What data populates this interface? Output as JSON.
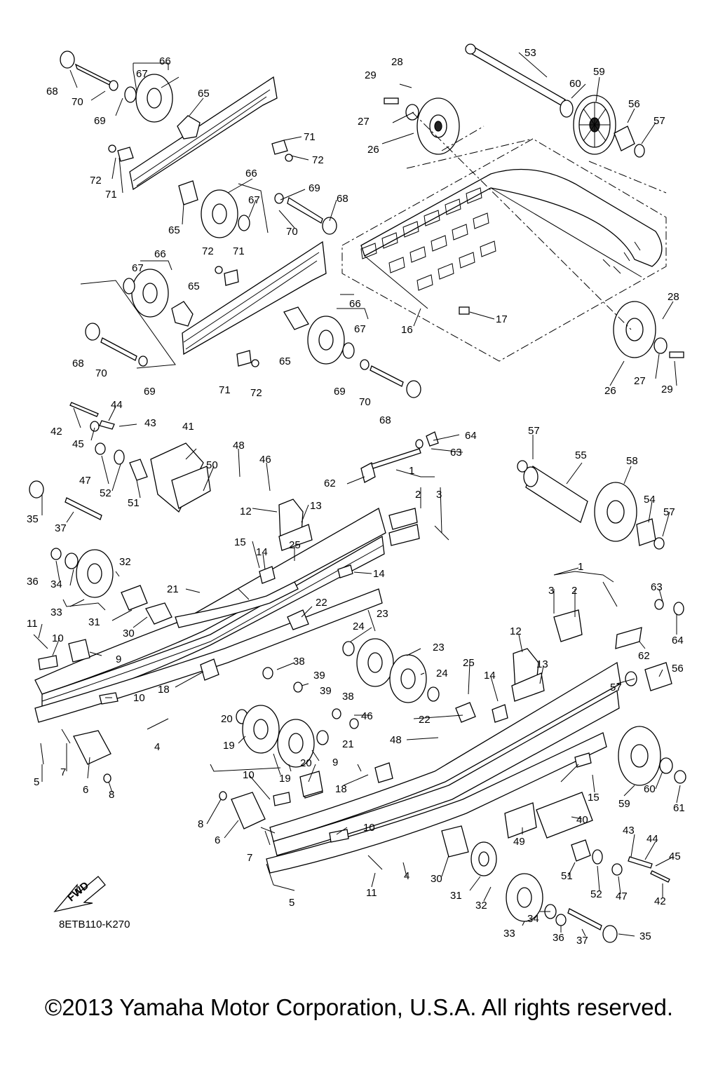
{
  "diagram": {
    "code": "8ETB110-K270",
    "fwd_label": "FWD",
    "callouts": [
      {
        "label": "68"
      },
      {
        "label": "70"
      },
      {
        "label": "69"
      },
      {
        "label": "67"
      },
      {
        "label": "66"
      },
      {
        "label": "65"
      },
      {
        "label": "71"
      },
      {
        "label": "72"
      },
      {
        "label": "72"
      },
      {
        "label": "71"
      },
      {
        "label": "66"
      },
      {
        "label": "67"
      },
      {
        "label": "65"
      },
      {
        "label": "69"
      },
      {
        "label": "68"
      },
      {
        "label": "70"
      },
      {
        "label": "66"
      },
      {
        "label": "67"
      },
      {
        "label": "65"
      },
      {
        "label": "72"
      },
      {
        "label": "71"
      },
      {
        "label": "68"
      },
      {
        "label": "70"
      },
      {
        "label": "69"
      },
      {
        "label": "71"
      },
      {
        "label": "72"
      },
      {
        "label": "65"
      },
      {
        "label": "66"
      },
      {
        "label": "67"
      },
      {
        "label": "69"
      },
      {
        "label": "70"
      },
      {
        "label": "68"
      },
      {
        "label": "28"
      },
      {
        "label": "29"
      },
      {
        "label": "27"
      },
      {
        "label": "26"
      },
      {
        "label": "53"
      },
      {
        "label": "59"
      },
      {
        "label": "60"
      },
      {
        "label": "56"
      },
      {
        "label": "57"
      },
      {
        "label": "16"
      },
      {
        "label": "17"
      },
      {
        "label": "28"
      },
      {
        "label": "26"
      },
      {
        "label": "27"
      },
      {
        "label": "29"
      },
      {
        "label": "44"
      },
      {
        "label": "43"
      },
      {
        "label": "42"
      },
      {
        "label": "45"
      },
      {
        "label": "41"
      },
      {
        "label": "47"
      },
      {
        "label": "52"
      },
      {
        "label": "51"
      },
      {
        "label": "50"
      },
      {
        "label": "48"
      },
      {
        "label": "46"
      },
      {
        "label": "64"
      },
      {
        "label": "63"
      },
      {
        "label": "62"
      },
      {
        "label": "57"
      },
      {
        "label": "55"
      },
      {
        "label": "58"
      },
      {
        "label": "54"
      },
      {
        "label": "57"
      },
      {
        "label": "1"
      },
      {
        "label": "2"
      },
      {
        "label": "3"
      },
      {
        "label": "12"
      },
      {
        "label": "13"
      },
      {
        "label": "35"
      },
      {
        "label": "37"
      },
      {
        "label": "15"
      },
      {
        "label": "14"
      },
      {
        "label": "25"
      },
      {
        "label": "14"
      },
      {
        "label": "36"
      },
      {
        "label": "34"
      },
      {
        "label": "32"
      },
      {
        "label": "33"
      },
      {
        "label": "21"
      },
      {
        "label": "22"
      },
      {
        "label": "31"
      },
      {
        "label": "30"
      },
      {
        "label": "23"
      },
      {
        "label": "24"
      },
      {
        "label": "11"
      },
      {
        "label": "10"
      },
      {
        "label": "9"
      },
      {
        "label": "38"
      },
      {
        "label": "39"
      },
      {
        "label": "18"
      },
      {
        "label": "10"
      },
      {
        "label": "23"
      },
      {
        "label": "24"
      },
      {
        "label": "25"
      },
      {
        "label": "39"
      },
      {
        "label": "38"
      },
      {
        "label": "46"
      },
      {
        "label": "22"
      },
      {
        "label": "48"
      },
      {
        "label": "20"
      },
      {
        "label": "19"
      },
      {
        "label": "20"
      },
      {
        "label": "19"
      },
      {
        "label": "4"
      },
      {
        "label": "5"
      },
      {
        "label": "7"
      },
      {
        "label": "6"
      },
      {
        "label": "8"
      },
      {
        "label": "21"
      },
      {
        "label": "9"
      },
      {
        "label": "18"
      },
      {
        "label": "10"
      },
      {
        "label": "8"
      },
      {
        "label": "6"
      },
      {
        "label": "7"
      },
      {
        "label": "10"
      },
      {
        "label": "4"
      },
      {
        "label": "11"
      },
      {
        "label": "5"
      },
      {
        "label": "1"
      },
      {
        "label": "3"
      },
      {
        "label": "2"
      },
      {
        "label": "63"
      },
      {
        "label": "64"
      },
      {
        "label": "62"
      },
      {
        "label": "12"
      },
      {
        "label": "13"
      },
      {
        "label": "56"
      },
      {
        "label": "57"
      },
      {
        "label": "14"
      },
      {
        "label": "15"
      },
      {
        "label": "59"
      },
      {
        "label": "60"
      },
      {
        "label": "61"
      },
      {
        "label": "49"
      },
      {
        "label": "40"
      },
      {
        "label": "43"
      },
      {
        "label": "44"
      },
      {
        "label": "45"
      },
      {
        "label": "30"
      },
      {
        "label": "31"
      },
      {
        "label": "32"
      },
      {
        "label": "51"
      },
      {
        "label": "52"
      },
      {
        "label": "47"
      },
      {
        "label": "42"
      },
      {
        "label": "34"
      },
      {
        "label": "33"
      },
      {
        "label": "36"
      },
      {
        "label": "37"
      },
      {
        "label": "35"
      }
    ]
  },
  "footer": {
    "copyright": "©2013 Yamaha Motor Corporation, U.S.A. All rights reserved."
  }
}
